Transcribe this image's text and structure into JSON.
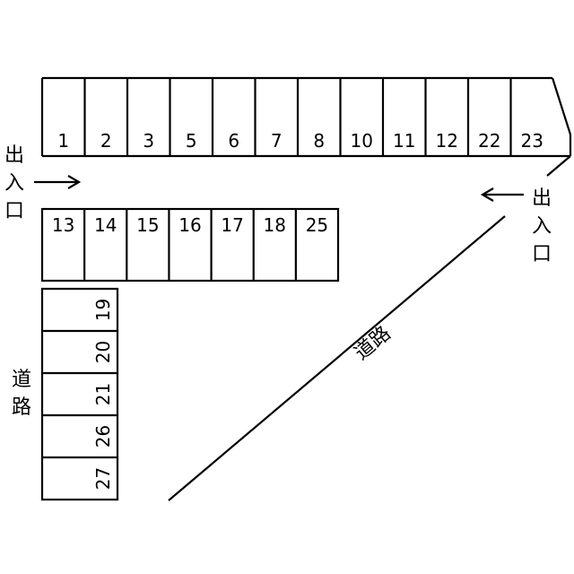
{
  "diagram": {
    "rows": {
      "top": [
        "1",
        "2",
        "3",
        "5",
        "6",
        "7",
        "8",
        "10",
        "11",
        "12",
        "22",
        "23"
      ],
      "middle": [
        "13",
        "14",
        "15",
        "16",
        "17",
        "18",
        "25"
      ],
      "left_column": [
        "19",
        "20",
        "21",
        "26",
        "27"
      ]
    },
    "entrance_left": [
      "出",
      "入",
      "口"
    ],
    "entrance_right": [
      "出",
      "入",
      "口"
    ],
    "road_left": [
      "道",
      "路"
    ],
    "road_diagonal": "道路"
  }
}
